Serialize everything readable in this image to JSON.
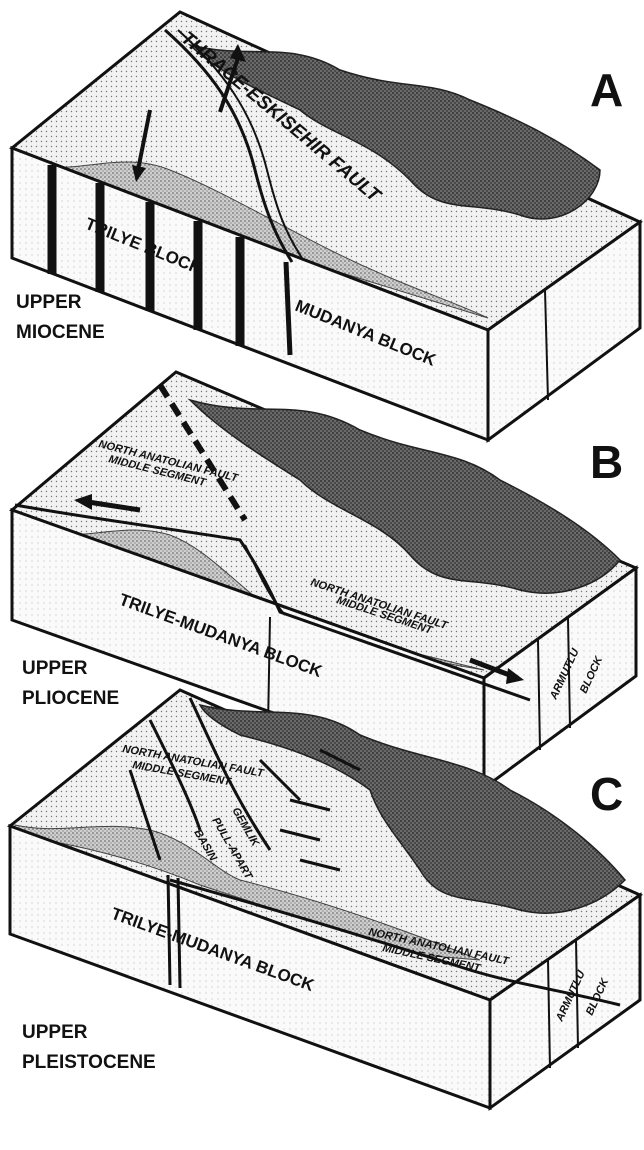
{
  "panels": [
    {
      "letter": "A",
      "age": [
        "UPPER",
        "MIOCENE"
      ],
      "blocks": [
        "TRILYE BLOCK",
        "MUDANYA BLOCK"
      ],
      "faults": [
        "THRACE-ESKISEHIR FAULT"
      ]
    },
    {
      "letter": "B",
      "age": [
        "UPPER",
        "PLIOCENE"
      ],
      "blocks": [
        "TRILYE-MUDANYA BLOCK",
        "ARMUTLU",
        "BLOCK"
      ],
      "faults": [
        "NORTH ANATOLIAN FAULT",
        "MIDDLE SEGMENT",
        "NORTH ANATOLIAN FAULT",
        "MIDDLE SEGMENT"
      ]
    },
    {
      "letter": "C",
      "age": [
        "UPPER",
        "PLEISTOCENE"
      ],
      "blocks": [
        "TRILYE-MUDANYA BLOCK",
        "ARMUTLU",
        "BLOCK"
      ],
      "faults": [
        "NORTH ANATOLIAN FAULT",
        "MIDDLE SEGMENT",
        "GEMLIK",
        "PULL-APART",
        "BASIN",
        "NORTH ANATOLIAN FAULT",
        "MIDDLE SEGMENT"
      ]
    }
  ],
  "colors": {
    "ink": "#111111",
    "light_fill": "#e6e6e6",
    "mid_fill": "#bdbdbd",
    "dark_fill": "#555555",
    "paper": "#ffffff"
  }
}
